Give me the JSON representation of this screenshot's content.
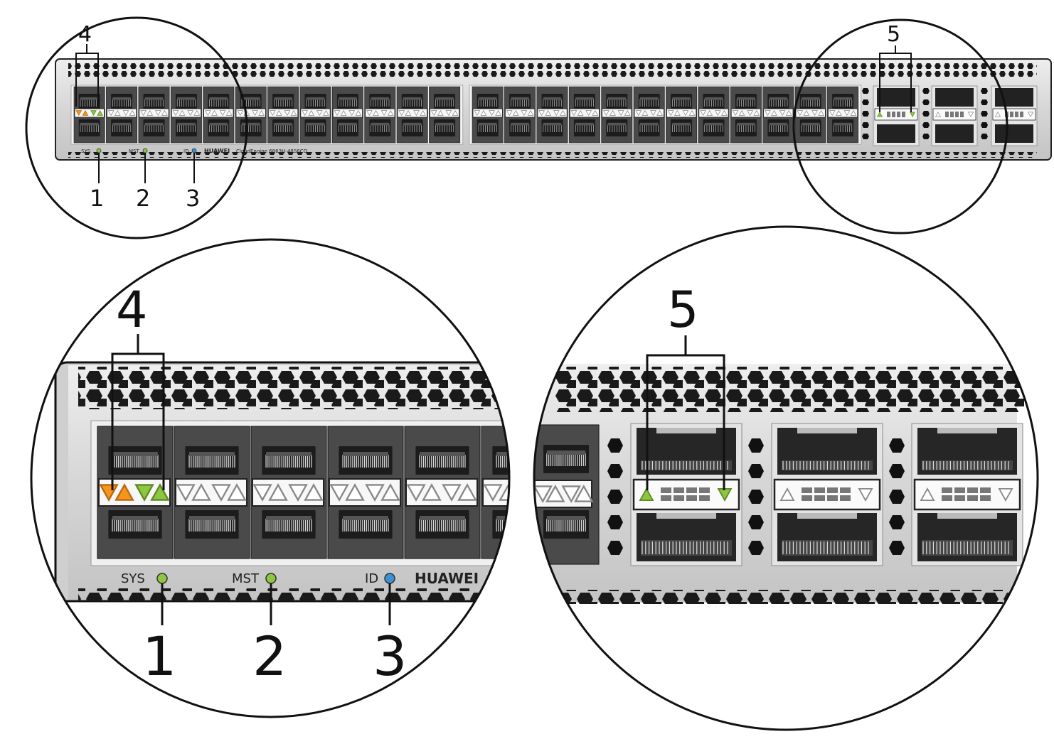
{
  "device": {
    "brand": "HUAWEI",
    "model": "CloudEngine 6863H-48S6CQ",
    "sfp_port_count": 48,
    "qsfp_port_count": 6
  },
  "indicators": [
    {
      "label": "SYS",
      "callout": "1",
      "color": "#8dc63f"
    },
    {
      "label": "MST",
      "callout": "2",
      "color": "#8dc63f"
    },
    {
      "label": "ID",
      "callout": "3",
      "color": "#3d8fd6"
    }
  ],
  "callouts": {
    "sfp_port_leds": "4",
    "qsfp_port_leds": "5"
  },
  "colors": {
    "led_orange": "#f7941d",
    "led_green": "#8dc63f",
    "port_block": "#4a4a4a",
    "chassis": "#d9d9d9"
  }
}
